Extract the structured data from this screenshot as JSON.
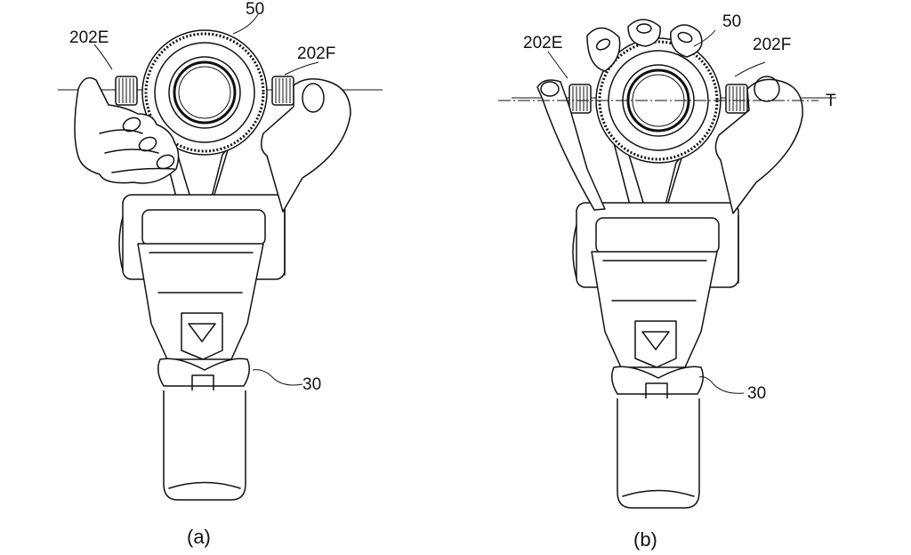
{
  "labels": {
    "a_top": "50",
    "a_left": "202E",
    "a_right": "202F",
    "a_handle": "30",
    "b_top": "50",
    "b_left": "202E",
    "b_right": "202F",
    "b_axis": "T",
    "b_handle": "30"
  },
  "captions": {
    "a": "(a)",
    "b": "(b)"
  }
}
